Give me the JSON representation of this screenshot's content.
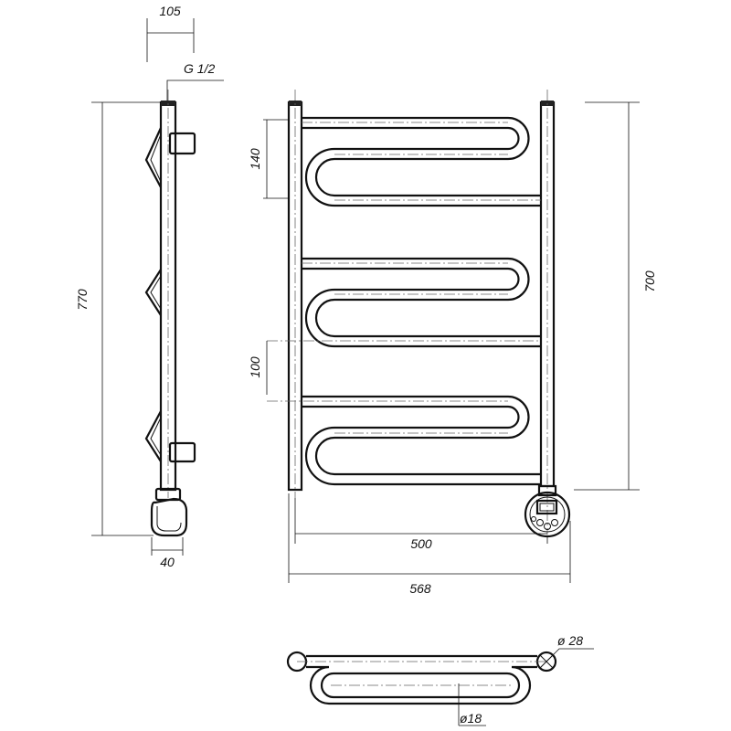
{
  "dimensions": {
    "side_depth": "105",
    "thread": "G 1/2",
    "total_height": "770",
    "element_depth": "40",
    "loop_pitch": "140",
    "gap_100": "100",
    "body_height": "700",
    "axis_width": "500",
    "total_width": "568",
    "pipe_diameter": "ø 28",
    "bar_diameter": "ø18"
  }
}
